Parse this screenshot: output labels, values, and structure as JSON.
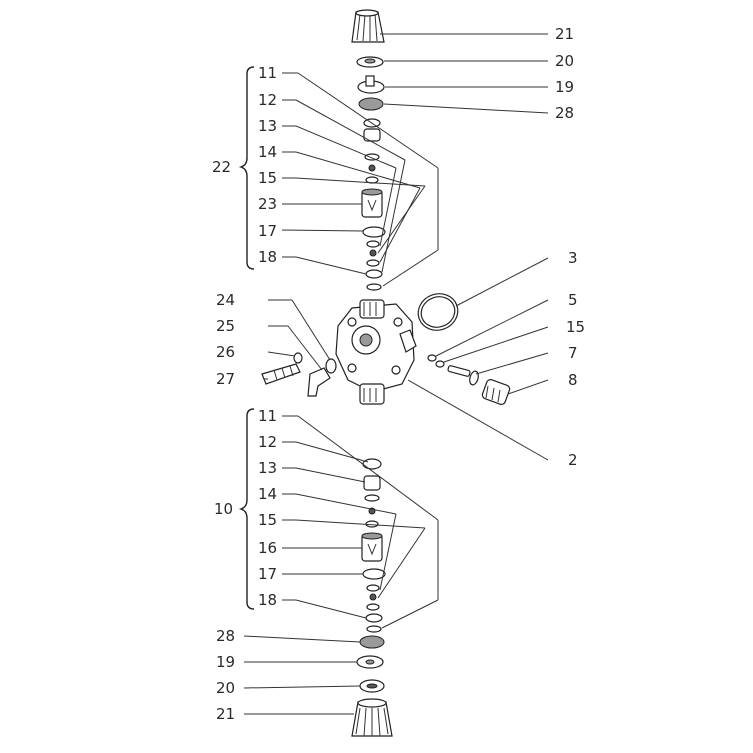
{
  "upper_assembly": {
    "label": "22",
    "left_callouts": [
      "11",
      "12",
      "13",
      "14",
      "15",
      "23",
      "17",
      "18"
    ],
    "right_callouts": [
      "21",
      "20",
      "19",
      "28"
    ]
  },
  "pump_head": {
    "right_callouts": [
      "3",
      "5",
      "15",
      "7",
      "8",
      "2"
    ],
    "left_callouts": [
      "24",
      "25",
      "26",
      "27"
    ]
  },
  "lower_assembly": {
    "label": "10",
    "left_callouts": [
      "11",
      "12",
      "13",
      "14",
      "15",
      "16",
      "17",
      "18"
    ],
    "bottom_callouts": [
      "28",
      "19",
      "20",
      "21"
    ]
  }
}
